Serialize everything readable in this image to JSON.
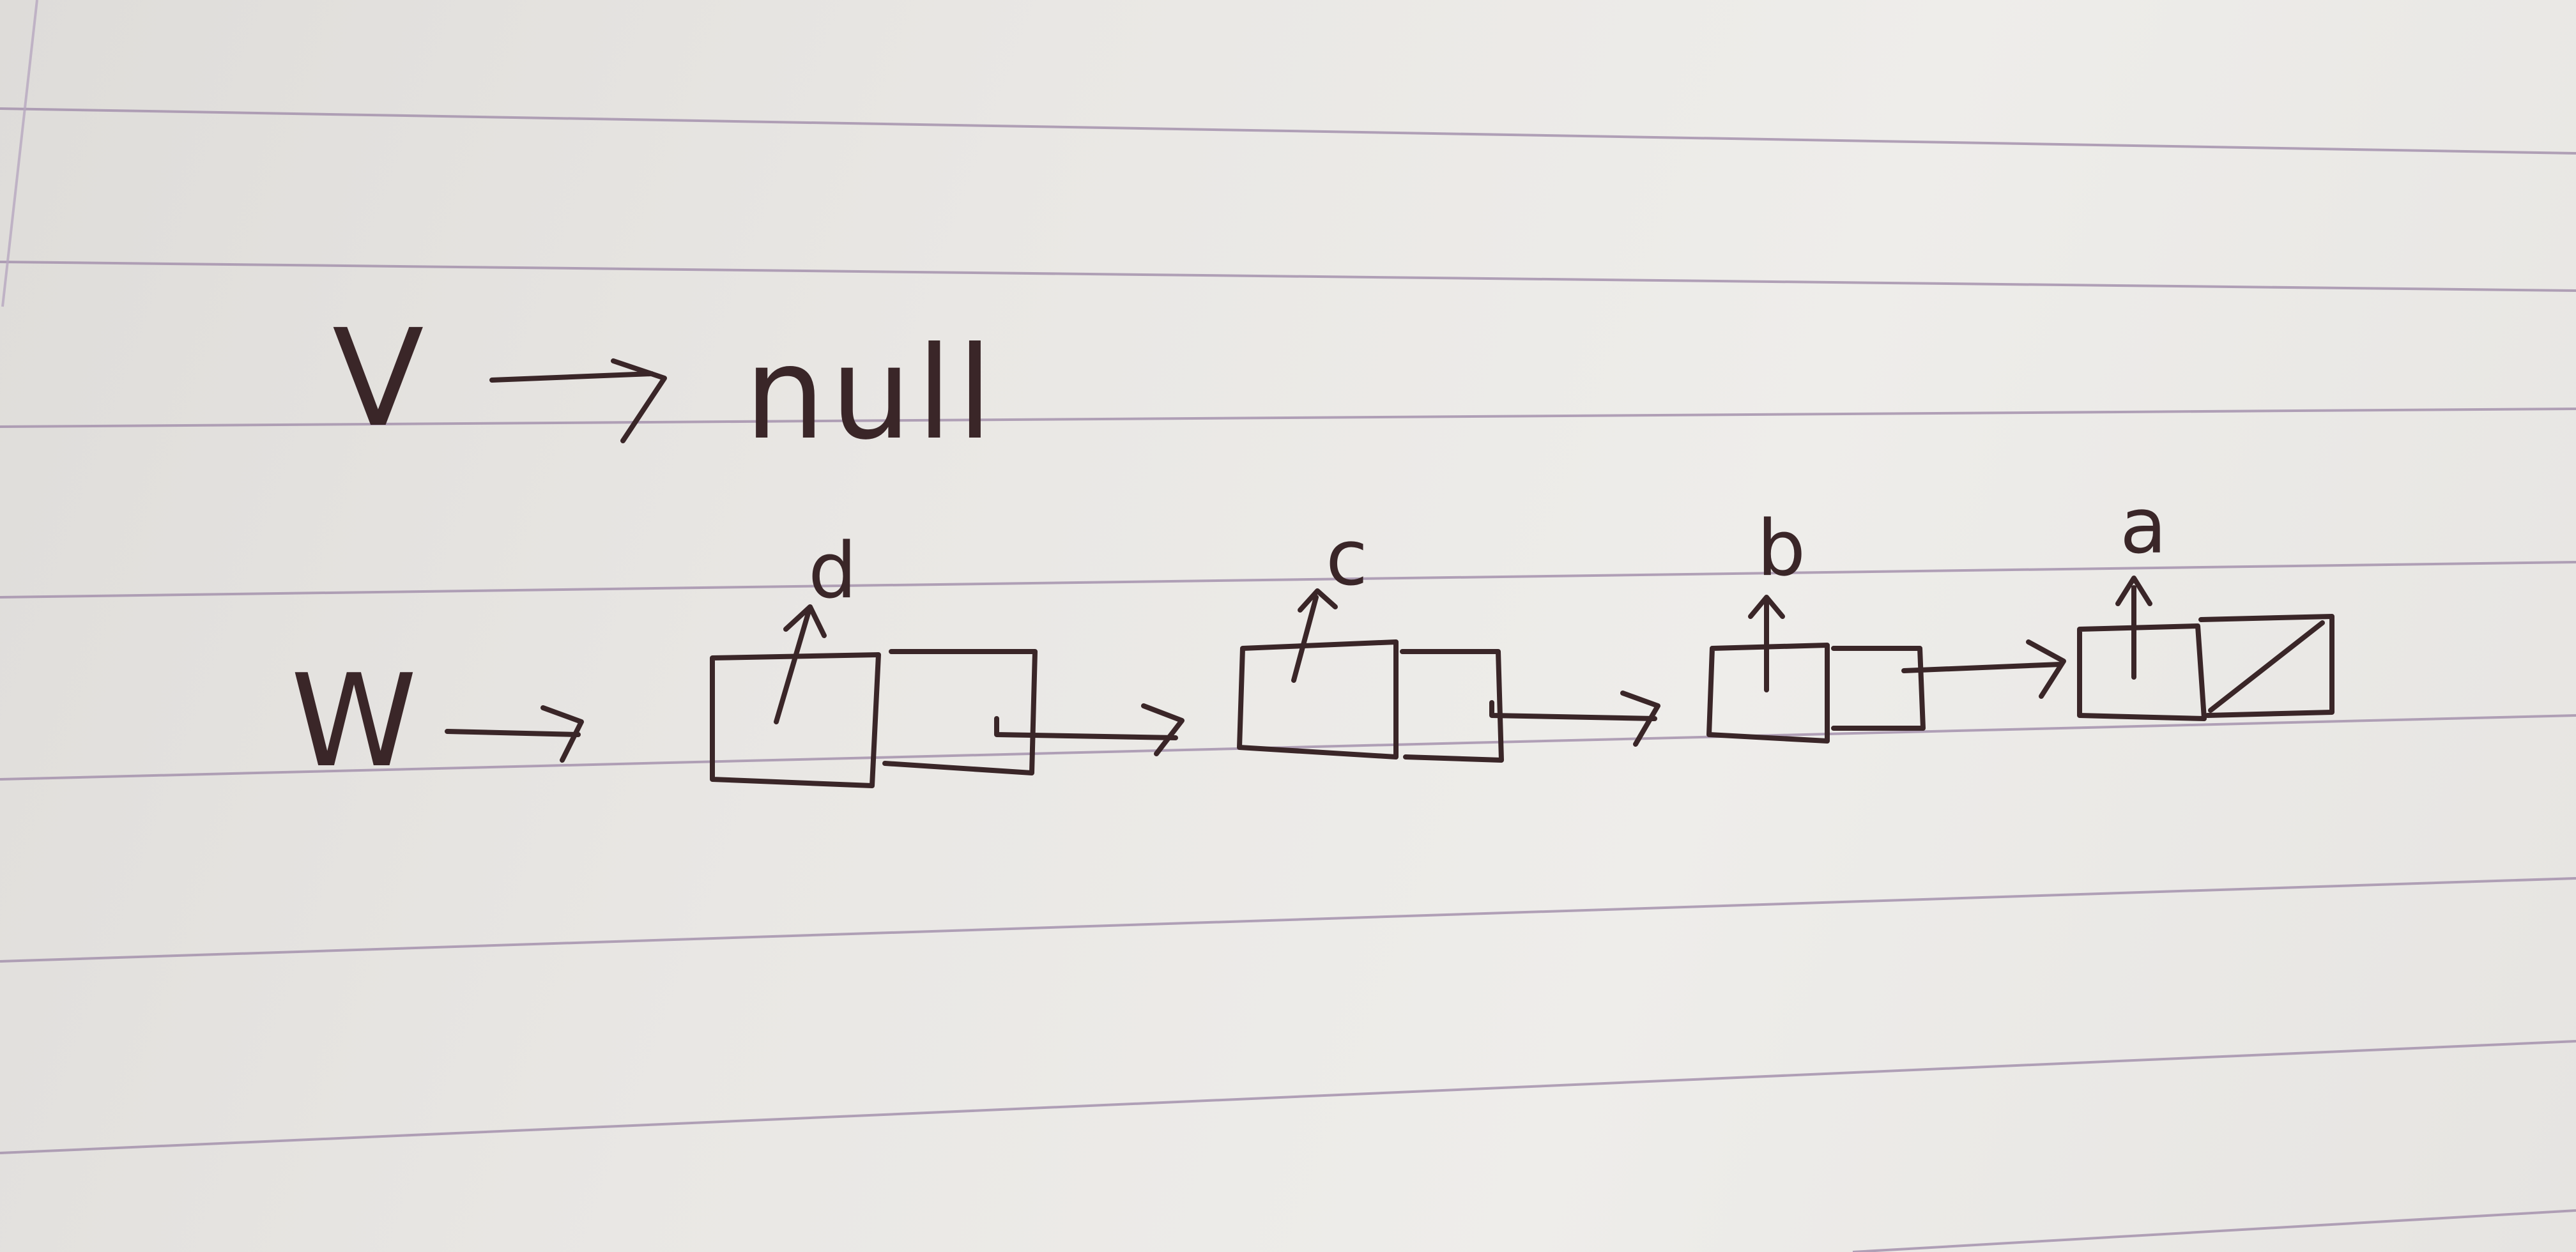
{
  "diagram": {
    "variables": [
      {
        "name": "V",
        "points_to": "null"
      },
      {
        "name": "W"
      }
    ],
    "nodes": [
      {
        "label": "d"
      },
      {
        "label": "c"
      },
      {
        "label": "b"
      },
      {
        "label": "a"
      }
    ]
  },
  "colors": {
    "ink": "#3a2628",
    "ruled_line": "#a592ad",
    "paper": "#e9e7e4"
  }
}
